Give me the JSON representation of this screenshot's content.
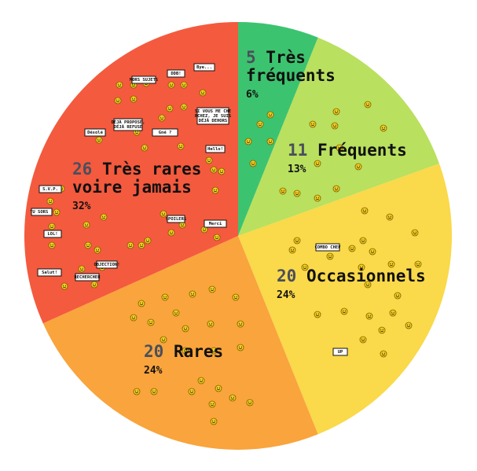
{
  "chart_data": {
    "type": "pie",
    "categories": [
      "Très fréquents",
      "Fréquents",
      "Occasionnels",
      "Rares",
      "Très rares voire jamais"
    ],
    "series": [
      {
        "values": [
          5,
          11,
          20,
          20,
          26
        ]
      }
    ],
    "labels": [
      {
        "count": "5",
        "name": [
          "Très",
          "fréquents"
        ],
        "percent": "6%",
        "color": "#3cc36f"
      },
      {
        "count": "11",
        "name": [
          "Fréquents"
        ],
        "percent": "13%",
        "color": "#b9e05f"
      },
      {
        "count": "20",
        "name": [
          "Occasionnels"
        ],
        "percent": "24%",
        "color": "#fad94a"
      },
      {
        "count": "20",
        "name": [
          "Rares"
        ],
        "percent": "24%",
        "color": "#f9a43c"
      },
      {
        "count": "26",
        "name": [
          "Très rares",
          "voire jamais"
        ],
        "percent": "32%",
        "color": "#f45a3e"
      }
    ],
    "start_angle_deg": 0,
    "direction": "clockwise",
    "signs": [
      "MORS SUJETS",
      "DDB!",
      "Bye...",
      "SI VOUS ME CHERCHEZ, JE SUIS DÉJÀ DEHORS",
      "DÉJÀ PROPOSÉ, DÉJÀ REFUSÉ",
      "Désolé",
      "Gné ?",
      "Hello!",
      "S.V.P.",
      "TU SORS !",
      "LOL!",
      "SPOILERS",
      "Merci",
      "Salut!",
      "OBJECTION!",
      "RECHERCHER",
      "COMBO CHEF",
      "UP"
    ]
  },
  "colors": {
    "smiley": "#f6d21c",
    "smiley_outline": "#7a5a00",
    "count_text": "#4a4f5c"
  }
}
